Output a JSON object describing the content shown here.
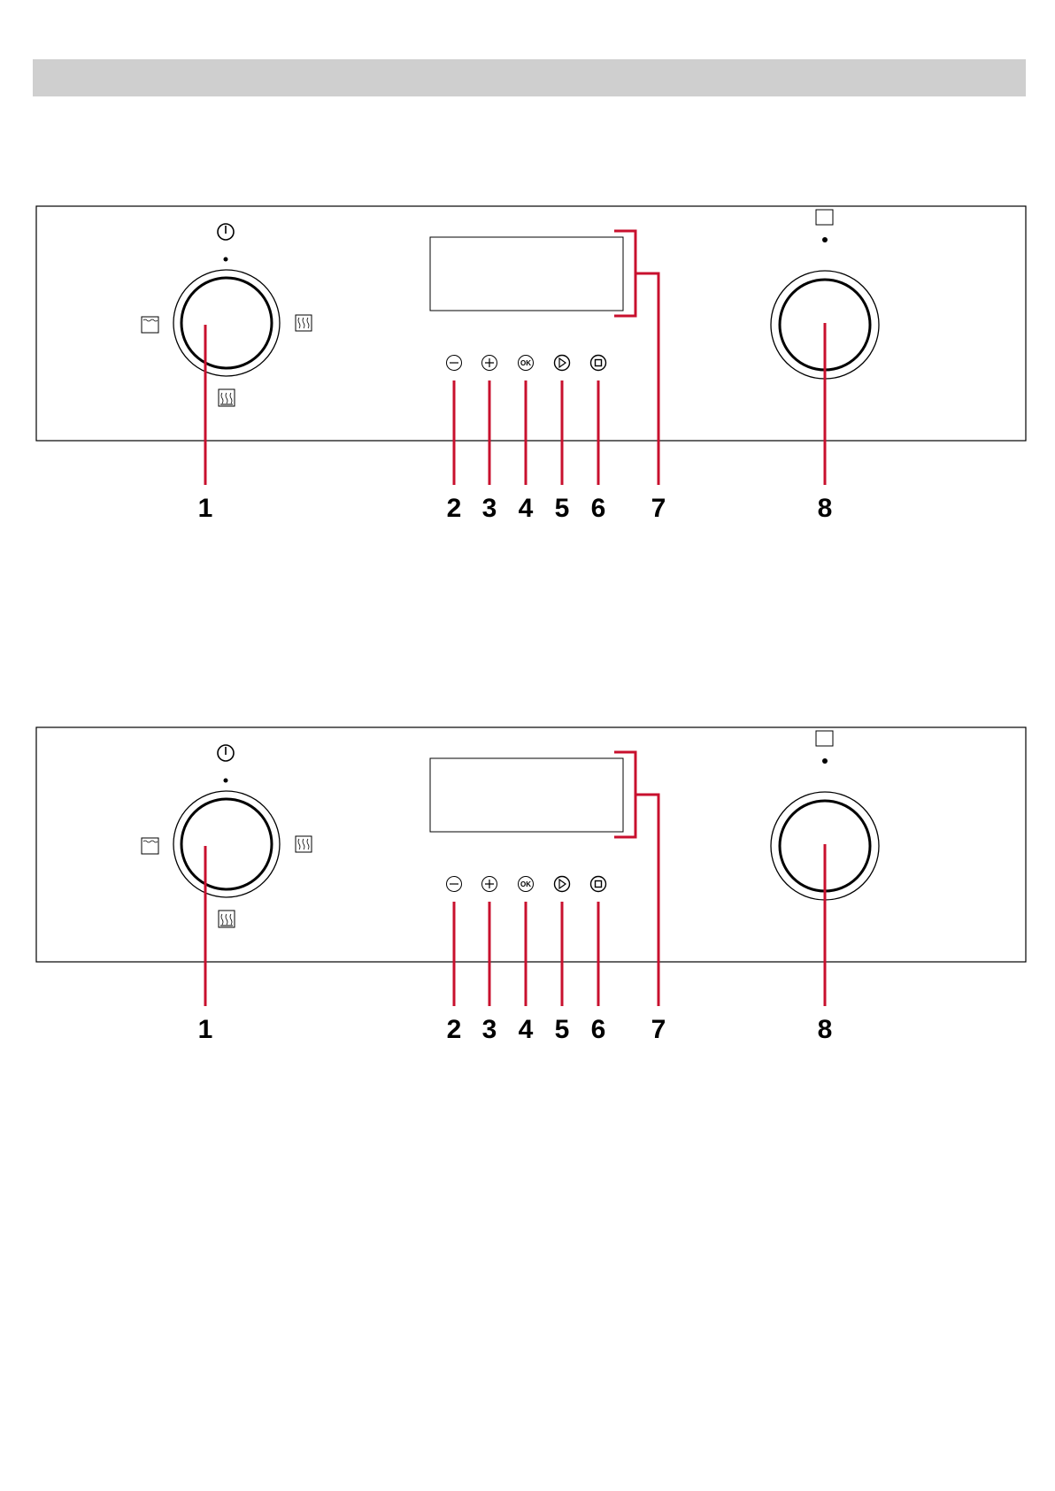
{
  "header": {
    "title": ""
  },
  "panels": [
    {
      "id": "panel-a",
      "callouts": [
        {
          "num": "1",
          "label": "1"
        },
        {
          "num": "2",
          "label": "2"
        },
        {
          "num": "3",
          "label": "3"
        },
        {
          "num": "4",
          "label": "4"
        },
        {
          "num": "5",
          "label": "5"
        },
        {
          "num": "6",
          "label": "6"
        },
        {
          "num": "7",
          "label": "7"
        },
        {
          "num": "8",
          "label": "8"
        }
      ],
      "buttons": [
        {
          "name": "minus-button",
          "icon": "minus-icon"
        },
        {
          "name": "plus-button",
          "icon": "plus-icon"
        },
        {
          "name": "ok-button",
          "icon": "ok-icon",
          "text": "OK"
        },
        {
          "name": "start-button",
          "icon": "play-icon"
        },
        {
          "name": "stop-button",
          "icon": "stop-icon"
        }
      ]
    },
    {
      "id": "panel-b",
      "callouts": [
        {
          "num": "1",
          "label": "1"
        },
        {
          "num": "2",
          "label": "2"
        },
        {
          "num": "3",
          "label": "3"
        },
        {
          "num": "4",
          "label": "4"
        },
        {
          "num": "5",
          "label": "5"
        },
        {
          "num": "6",
          "label": "6"
        },
        {
          "num": "7",
          "label": "7"
        },
        {
          "num": "8",
          "label": "8"
        }
      ],
      "buttons": [
        {
          "name": "minus-button",
          "icon": "minus-icon"
        },
        {
          "name": "plus-button",
          "icon": "plus-icon"
        },
        {
          "name": "ok-button",
          "icon": "ok-icon",
          "text": "OK"
        },
        {
          "name": "start-button",
          "icon": "play-icon"
        },
        {
          "name": "stop-button",
          "icon": "stop-icon"
        }
      ]
    }
  ],
  "colors": {
    "callout_line": "#c8102e",
    "outline": "#000000",
    "header_bar": "#cfcfcf"
  }
}
